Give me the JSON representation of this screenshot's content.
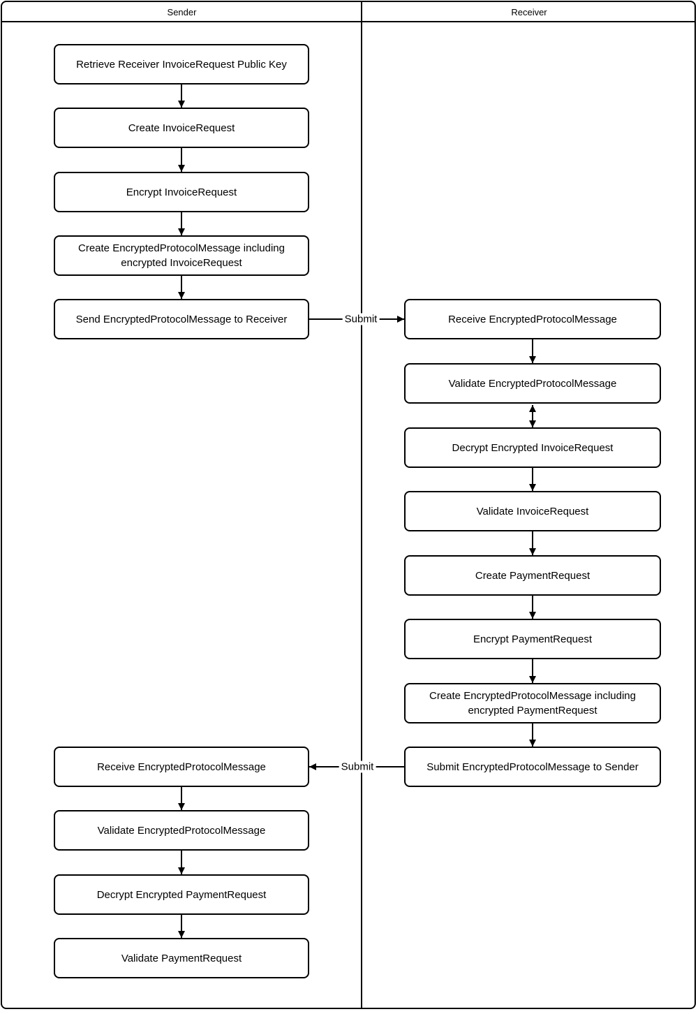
{
  "diagram": {
    "lanes": {
      "sender": {
        "title": "Sender"
      },
      "receiver": {
        "title": "Receiver"
      }
    },
    "edge_labels": {
      "sender_to_receiver": "Submit",
      "receiver_to_sender": "Submit"
    },
    "sender_nodes": [
      "Retrieve Receiver InvoiceRequest Public Key",
      "Create InvoiceRequest",
      "Encrypt InvoiceRequest",
      "Create EncryptedProtocolMessage including encrypted InvoiceRequest",
      "Send EncryptedProtocolMessage to Receiver",
      "Receive EncryptedProtocolMessage",
      "Validate EncryptedProtocolMessage",
      "Decrypt Encrypted PaymentRequest",
      "Validate PaymentRequest"
    ],
    "receiver_nodes": [
      "Receive EncryptedProtocolMessage",
      "Validate EncryptedProtocolMessage",
      "Decrypt Encrypted InvoiceRequest",
      "Validate InvoiceRequest",
      "Create PaymentRequest",
      "Encrypt PaymentRequest",
      "Create EncryptedProtocolMessage including encrypted PaymentRequest",
      "Submit EncryptedProtocolMessage to Sender"
    ],
    "colors": {
      "stroke": "#000000",
      "fill": "#ffffff"
    }
  }
}
